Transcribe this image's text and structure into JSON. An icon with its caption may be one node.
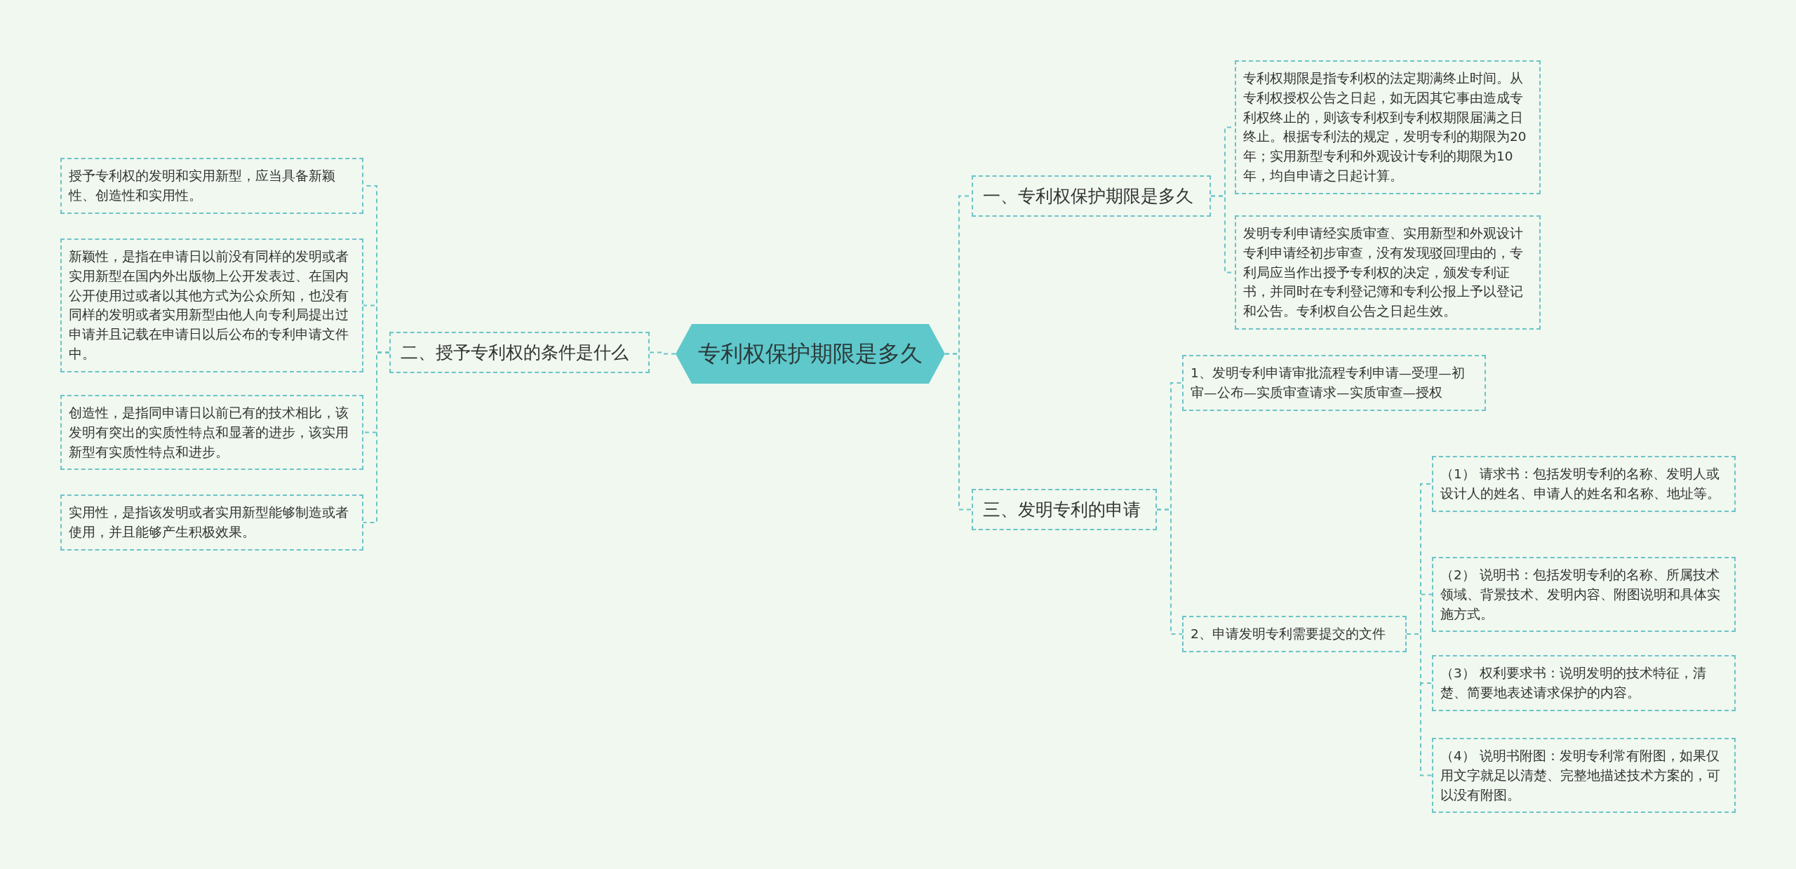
{
  "diagram": {
    "nodes": [
      {
        "text": [
          "专利权保护期限是多久"
        ]
      },
      {
        "text": [
          "一、专利权保护期限是多久"
        ]
      },
      {
        "text": [
          "专利权期限是指专利权的法定期满终止时间。从专利权授权公告之日起，如无因其它事由造成专利权终止的，则该专利权到专利权期限届满之日终止。根据专利法的规定，发明专利的期限为20年；实用新型专利和外观设计专利的期限为10年，均自申请之日起计算。"
        ]
      },
      {
        "text": [
          "发明专利申请经实质审查、实用新型和外观设计专利申请经初步审查，没有发现驳回理由的，专利局应当作出授予专利权的决定，颁发专利证书，并同时在专利登记簿和专利公报上予以登记和公告。专利权自公告之日起生效。"
        ]
      },
      {
        "text": [
          "二、授予专利权的条件是什么"
        ]
      },
      {
        "text": [
          "授予专利权的发明和实用新型，应当具备新颖性、创造性和实用性。"
        ]
      },
      {
        "text": [
          "新颖性，是指在申请日以前没有同样的发明或者实用新型在国内外出版物上公开发表过、在国内公开使用过或者以其他方式为公众所知，也没有同样的发明或者实用新型由他人向专利局提出过申请并且记载在申请日以后公布的专利申请文件中。"
        ]
      },
      {
        "text": [
          "创造性，是指同申请日以前已有的技术相比，该发明有突出的实质性特点和显著的进步，该实用新型有实质性特点和进步。"
        ]
      },
      {
        "text": [
          "实用性，是指该发明或者实用新型能够制造或者使用，并且能够产生积极效果。"
        ]
      },
      {
        "text": [
          "三、发明专利的申请"
        ]
      },
      {
        "text": [
          "1、发明专利申请审批流程专利申请—受理—初审—公布—实质审查请求—实质审查—授权"
        ]
      },
      {
        "text": [
          "2、申请发明专利需要提交的文件"
        ]
      },
      {
        "text": [
          "（1） 请求书：包括发明专利的名称、发明人或设计人的姓名、申请人的姓名和名称、地址等。"
        ]
      },
      {
        "text": [
          "（2） 说明书：包括发明专利的名称、所属技术领域、背景技术、发明内容、附图说明和具体实施方式。"
        ]
      },
      {
        "text": [
          "（3） 权利要求书：说明发明的技术特征，清楚、简要地表述请求保护的内容。"
        ]
      },
      {
        "text": [
          "（4） 说明书附图：发明专利常有附图，如果仅用文字就足以清楚、完整地描述技术方案的，可以没有附图。"
        ]
      }
    ],
    "edges": [
      {
        "from": 0,
        "to": 1,
        "arrow": "none"
      },
      {
        "from": 1,
        "to": 2,
        "arrow": "none"
      },
      {
        "from": 1,
        "to": 3,
        "arrow": "none"
      },
      {
        "from": 0,
        "to": 4,
        "arrow": "none"
      },
      {
        "from": 4,
        "to": 5,
        "arrow": "none"
      },
      {
        "from": 4,
        "to": 6,
        "arrow": "none"
      },
      {
        "from": 4,
        "to": 7,
        "arrow": "none"
      },
      {
        "from": 4,
        "to": 8,
        "arrow": "none"
      },
      {
        "from": 0,
        "to": 9,
        "arrow": "none"
      },
      {
        "from": 9,
        "to": 10,
        "arrow": "none"
      },
      {
        "from": 9,
        "to": 11,
        "arrow": "none"
      },
      {
        "from": 11,
        "to": 12,
        "arrow": "none"
      },
      {
        "from": 11,
        "to": 13,
        "arrow": "none"
      },
      {
        "from": 11,
        "to": 14,
        "arrow": "none"
      },
      {
        "from": 11,
        "to": 15,
        "arrow": "none"
      }
    ]
  }
}
